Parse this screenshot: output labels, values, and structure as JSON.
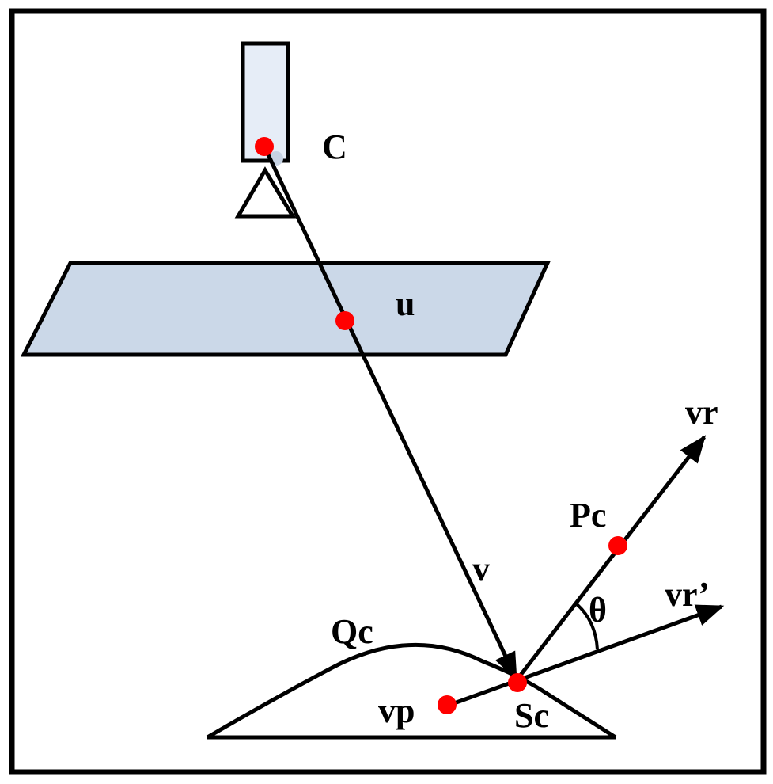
{
  "labels": {
    "camera": "C",
    "image_point": "u",
    "view_vector": "v",
    "reflected_vector": "vr",
    "reflected_vector_alt": "vr’",
    "projector_point": "Pc",
    "angle": "θ",
    "surface_curve": "Qc",
    "surface_point": "Sc",
    "virtual_point": "vp"
  },
  "colors": {
    "stroke": "#000000",
    "point": "#ff0000",
    "plane_fill": "#cbd8e8",
    "camera_fill": "#e6edf7",
    "background": "#ffffff"
  }
}
